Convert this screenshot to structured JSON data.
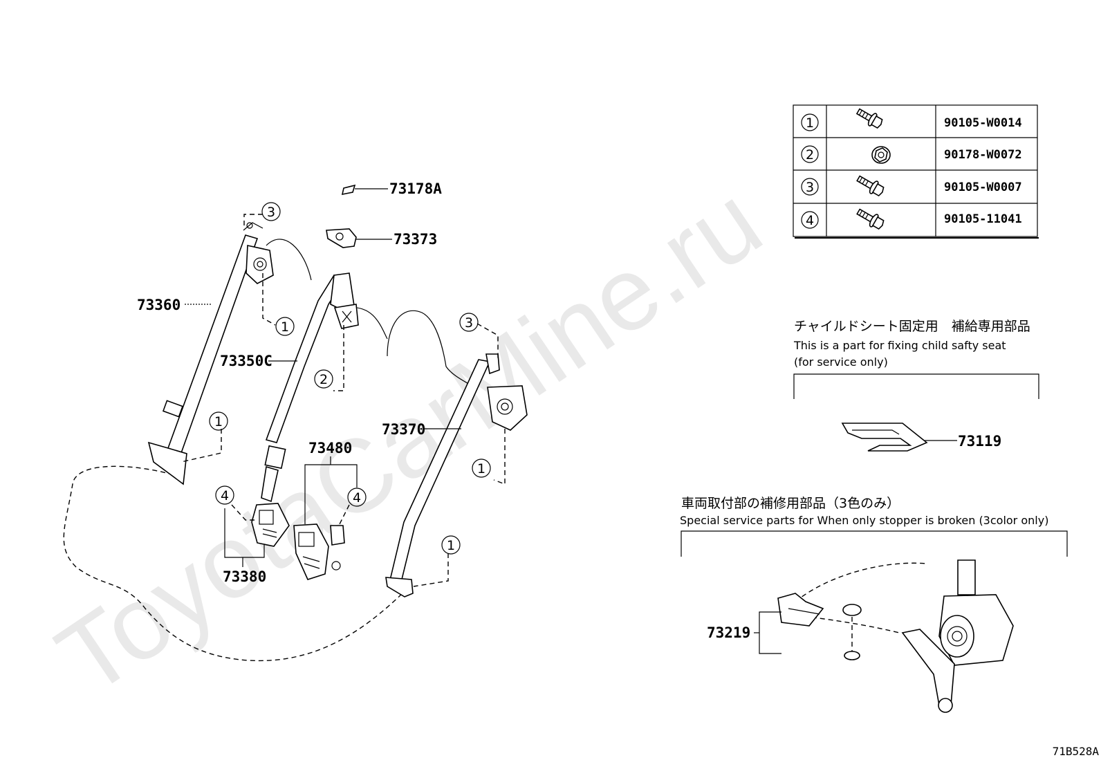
{
  "watermark": "ToyotaCarMine.ru",
  "diagram_ref": "71B528A",
  "callouts": {
    "p73178A": "73178A",
    "p73373": "73373",
    "p73360": "73360",
    "p73350C": "73350C",
    "p73370": "73370",
    "p73480": "73480",
    "p73380": "73380",
    "p73119": "73119",
    "p73219": "73219"
  },
  "circle_refs": {
    "one": "1",
    "two": "2",
    "three": "3",
    "four": "4"
  },
  "fastener_table": [
    {
      "ref": "1",
      "icon": "flange-bolt-icon",
      "part_no": "90105-W0014"
    },
    {
      "ref": "2",
      "icon": "flange-nut-icon",
      "part_no": "90178-W0072"
    },
    {
      "ref": "3",
      "icon": "flange-bolt-icon",
      "part_no": "90105-W0007"
    },
    {
      "ref": "4",
      "icon": "flange-bolt-icon",
      "part_no": "90105-11041"
    }
  ],
  "child_seat_note": {
    "jp": "チャイルドシート固定用　補給専用部品",
    "en_line1": "This is a part for fixing child safty seat",
    "en_line2": "(for service only)"
  },
  "stopper_note": {
    "jp": "車両取付部の補修用部品（3色のみ）",
    "en": "Special service parts for When only stopper is broken (3color only)"
  }
}
